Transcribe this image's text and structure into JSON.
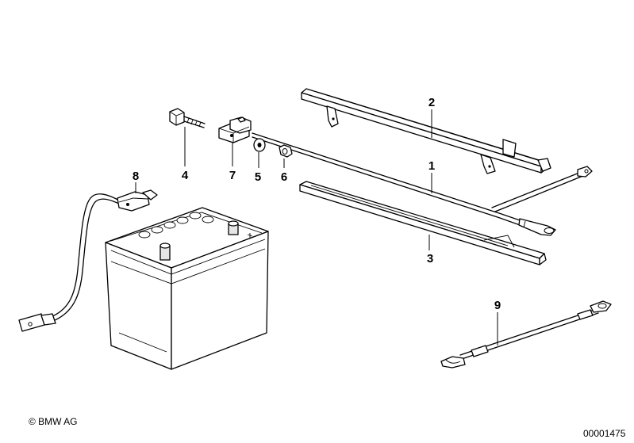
{
  "callouts": [
    {
      "id": "c1",
      "label": "1"
    },
    {
      "id": "c2",
      "label": "2"
    },
    {
      "id": "c3",
      "label": "3"
    },
    {
      "id": "c4",
      "label": "4"
    },
    {
      "id": "c5",
      "label": "5"
    },
    {
      "id": "c6",
      "label": "6"
    },
    {
      "id": "c7",
      "label": "7"
    },
    {
      "id": "c8",
      "label": "8"
    },
    {
      "id": "c9",
      "label": "9"
    }
  ],
  "copyright": "© BMW AG",
  "diagram_number": "00001475"
}
